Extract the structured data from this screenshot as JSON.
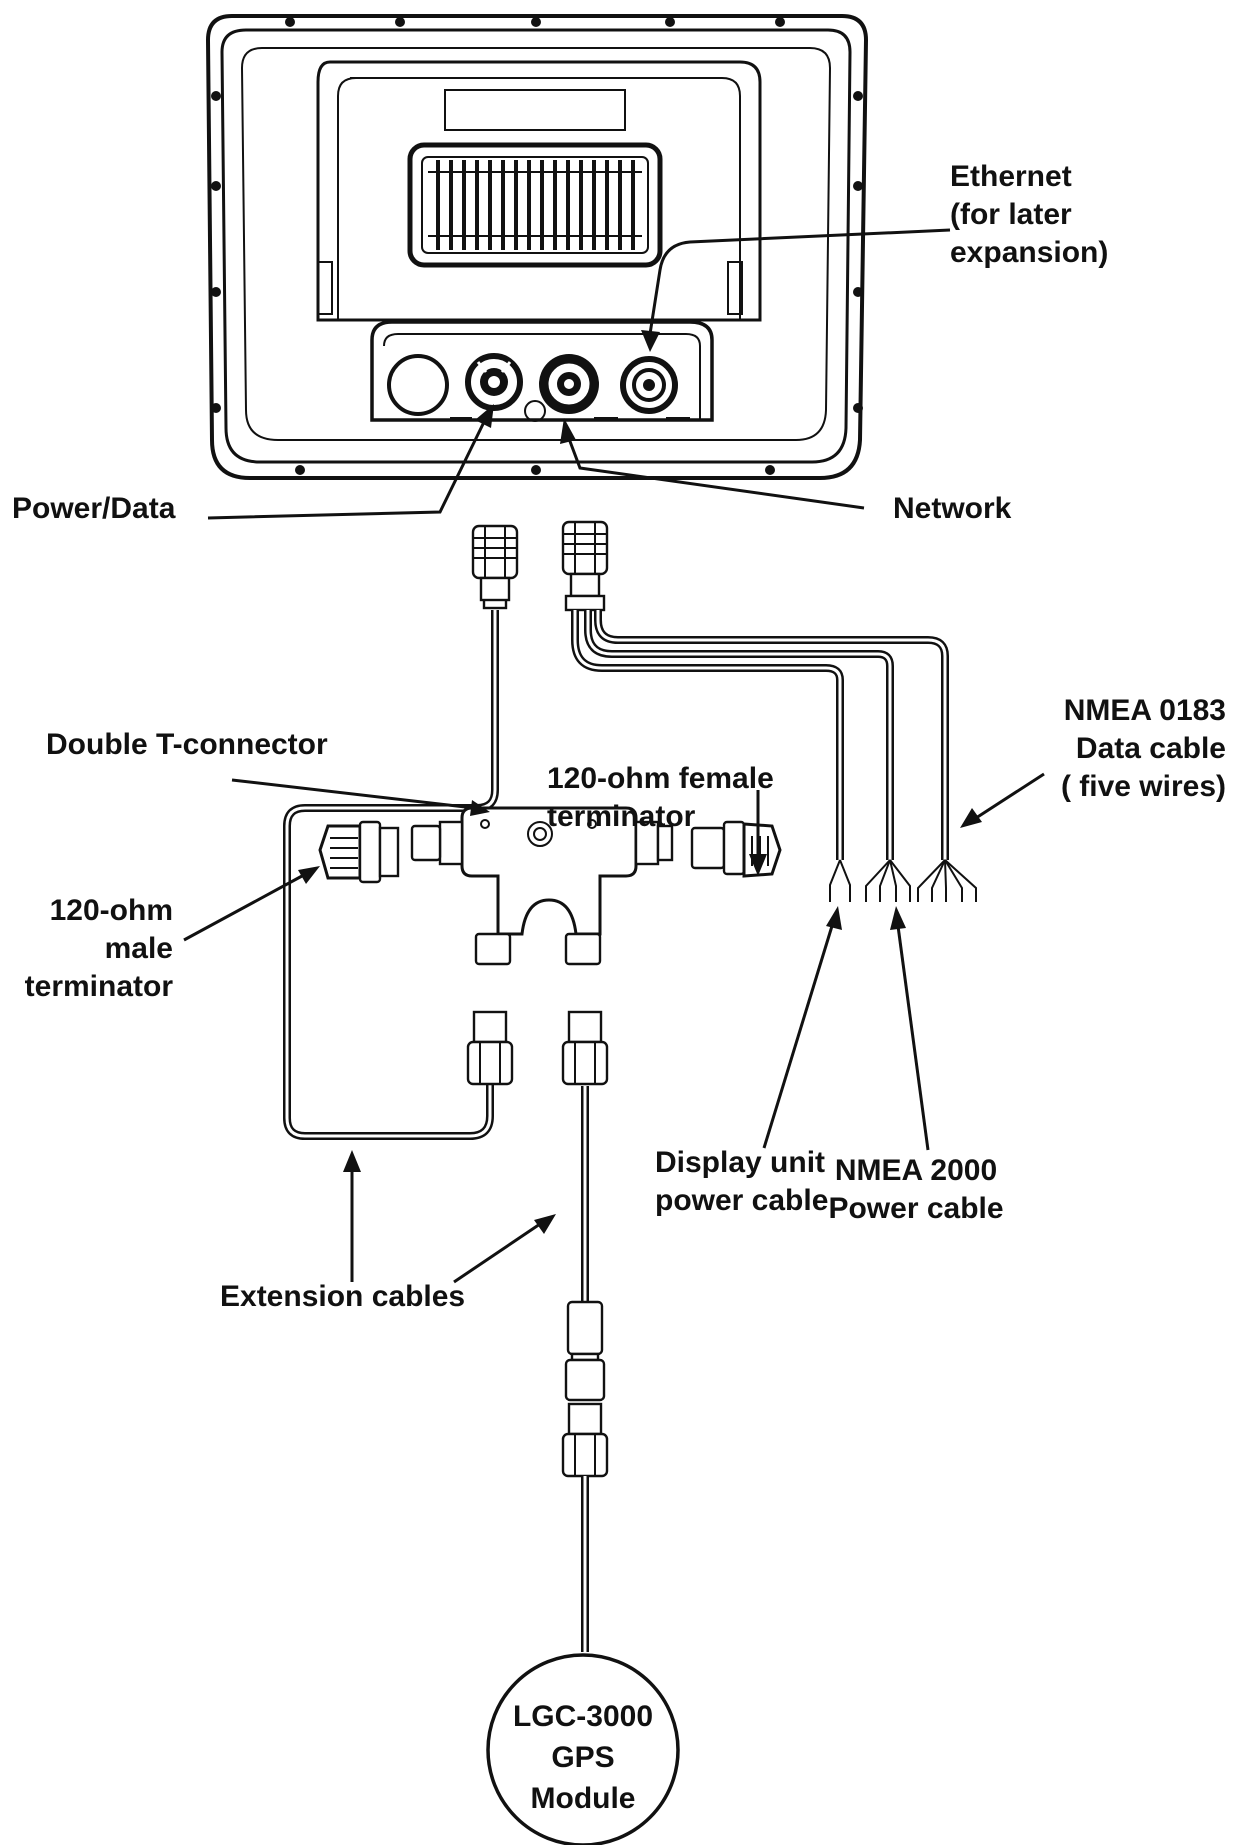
{
  "labels": {
    "ethernet": [
      "Ethernet",
      "(for later",
      "expansion)"
    ],
    "power_data": "Power/Data",
    "network": "Network",
    "double_t": "Double T-connector",
    "female_term": [
      "120-ohm female",
      "terminator"
    ],
    "nmea0183": [
      "NMEA 0183",
      "Data cable",
      "( five wires)"
    ],
    "male_term": [
      "120-ohm",
      "male",
      "terminator"
    ],
    "display_power": [
      "Display unit",
      "power cable"
    ],
    "nmea2000": [
      "NMEA 2000",
      "Power cable"
    ],
    "extension": "Extension cables",
    "gps": [
      "LGC-3000",
      "GPS",
      "Module"
    ]
  }
}
